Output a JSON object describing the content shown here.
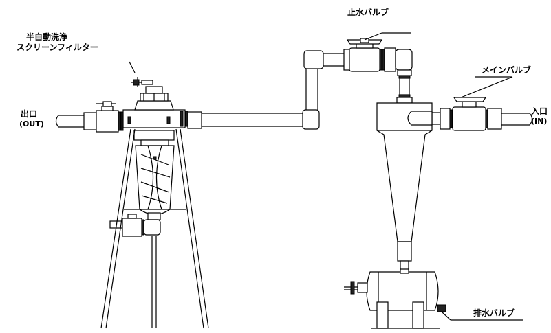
{
  "labels": {
    "filter_line1": "半自動洗浄",
    "filter_line2": "スクリーンフィルター",
    "stop_valve": "止水バルブ",
    "main_valve": "メインバルブ",
    "outlet": "出口",
    "outlet_en": "(OUT)",
    "inlet": "入口",
    "inlet_en": "(IN)",
    "drain_valve": "排水バルブ"
  },
  "colors": {
    "line": "#000000",
    "background": "#ffffff"
  }
}
